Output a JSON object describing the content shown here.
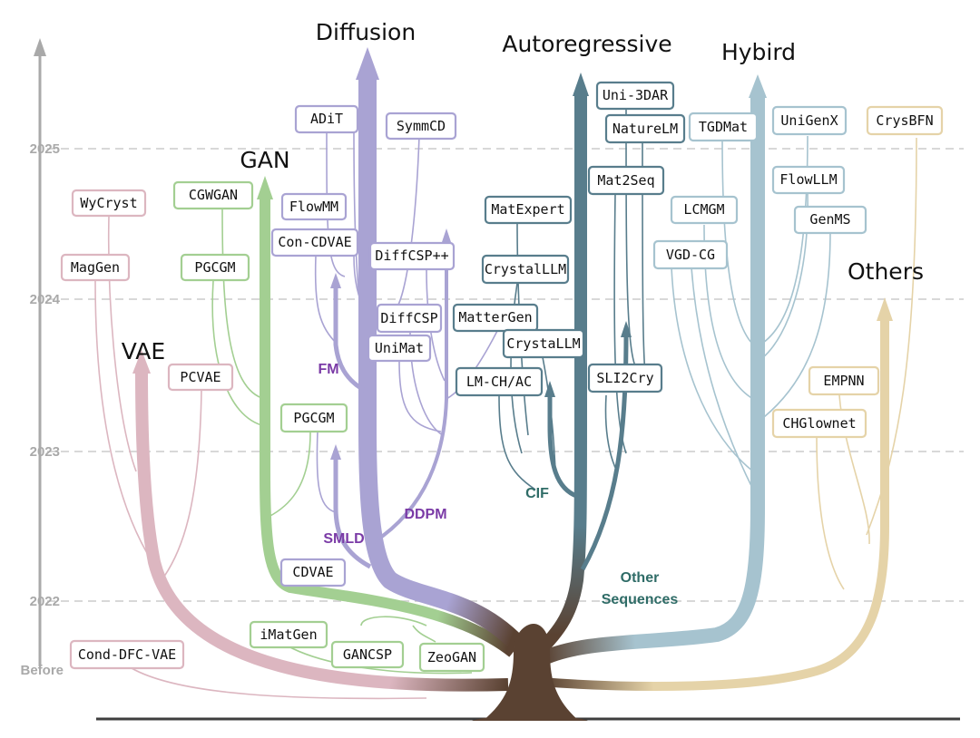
{
  "years": [
    "2025",
    "2024",
    "2023",
    "2022",
    "Before"
  ],
  "categories": {
    "vae": {
      "title": "VAE",
      "color": "#dcb6c0"
    },
    "gan": {
      "title": "GAN",
      "color": "#a3cf92"
    },
    "diffusion": {
      "title": "Diffusion",
      "color": "#a9a3d3"
    },
    "autoregressive": {
      "title": "Autoregressive",
      "color": "#587d8c"
    },
    "hybrid": {
      "title": "Hybird",
      "color": "#a6c3cf"
    },
    "others": {
      "title": "Others",
      "color": "#e5d3a8"
    }
  },
  "sublabels": {
    "fm": "FM",
    "smld": "SMLD",
    "ddpm": "DDPM",
    "cif": "CIF",
    "other_seq_1": "Other",
    "other_seq_2": "Sequences"
  },
  "sublabel_colors": {
    "diffusion": "#7a3aa6",
    "autoregressive": "#2f6c67"
  },
  "models": {
    "wycryst": "WyCryst",
    "maggen": "MagGen",
    "pcvae": "PCVAE",
    "cond_dfc_vae": "Cond-DFC-VAE",
    "cgwgan": "CGWGAN",
    "pgcgm_2024": "PGCGM",
    "pgcgm_2023": "PGCGM",
    "imatgen": "iMatGen",
    "gancsp": "GANCSP",
    "zeogan": "ZeoGAN",
    "adit": "ADiT",
    "symmcd": "SymmCD",
    "flowmm": "FlowMM",
    "con_cdvae": "Con-CDVAE",
    "diffcsp_pp": "DiffCSP++",
    "diffcsp": "DiffCSP",
    "unimat": "UniMat",
    "cdvae": "CDVAE",
    "mattergen": "MatterGen",
    "uni_3dar": "Uni-3DAR",
    "naturelm": "NatureLM",
    "mat2seq": "Mat2Seq",
    "matexpert": "MatExpert",
    "crystalllm_2024": "CrystalLLM",
    "crystallm_2023": "CrystaLLM",
    "lm_ch_ac": "LM-CH/AC",
    "sli2cry": "SLI2Cry",
    "tgdmat": "TGDMat",
    "unigenx": "UniGenX",
    "flowllm": "FlowLLM",
    "lcmgm": "LCMGM",
    "genms": "GenMS",
    "vgd_cg": "VGD-CG",
    "crysbfn": "CrysBFN",
    "empnn": "EMPNN",
    "chglownet": "CHGlownet"
  }
}
